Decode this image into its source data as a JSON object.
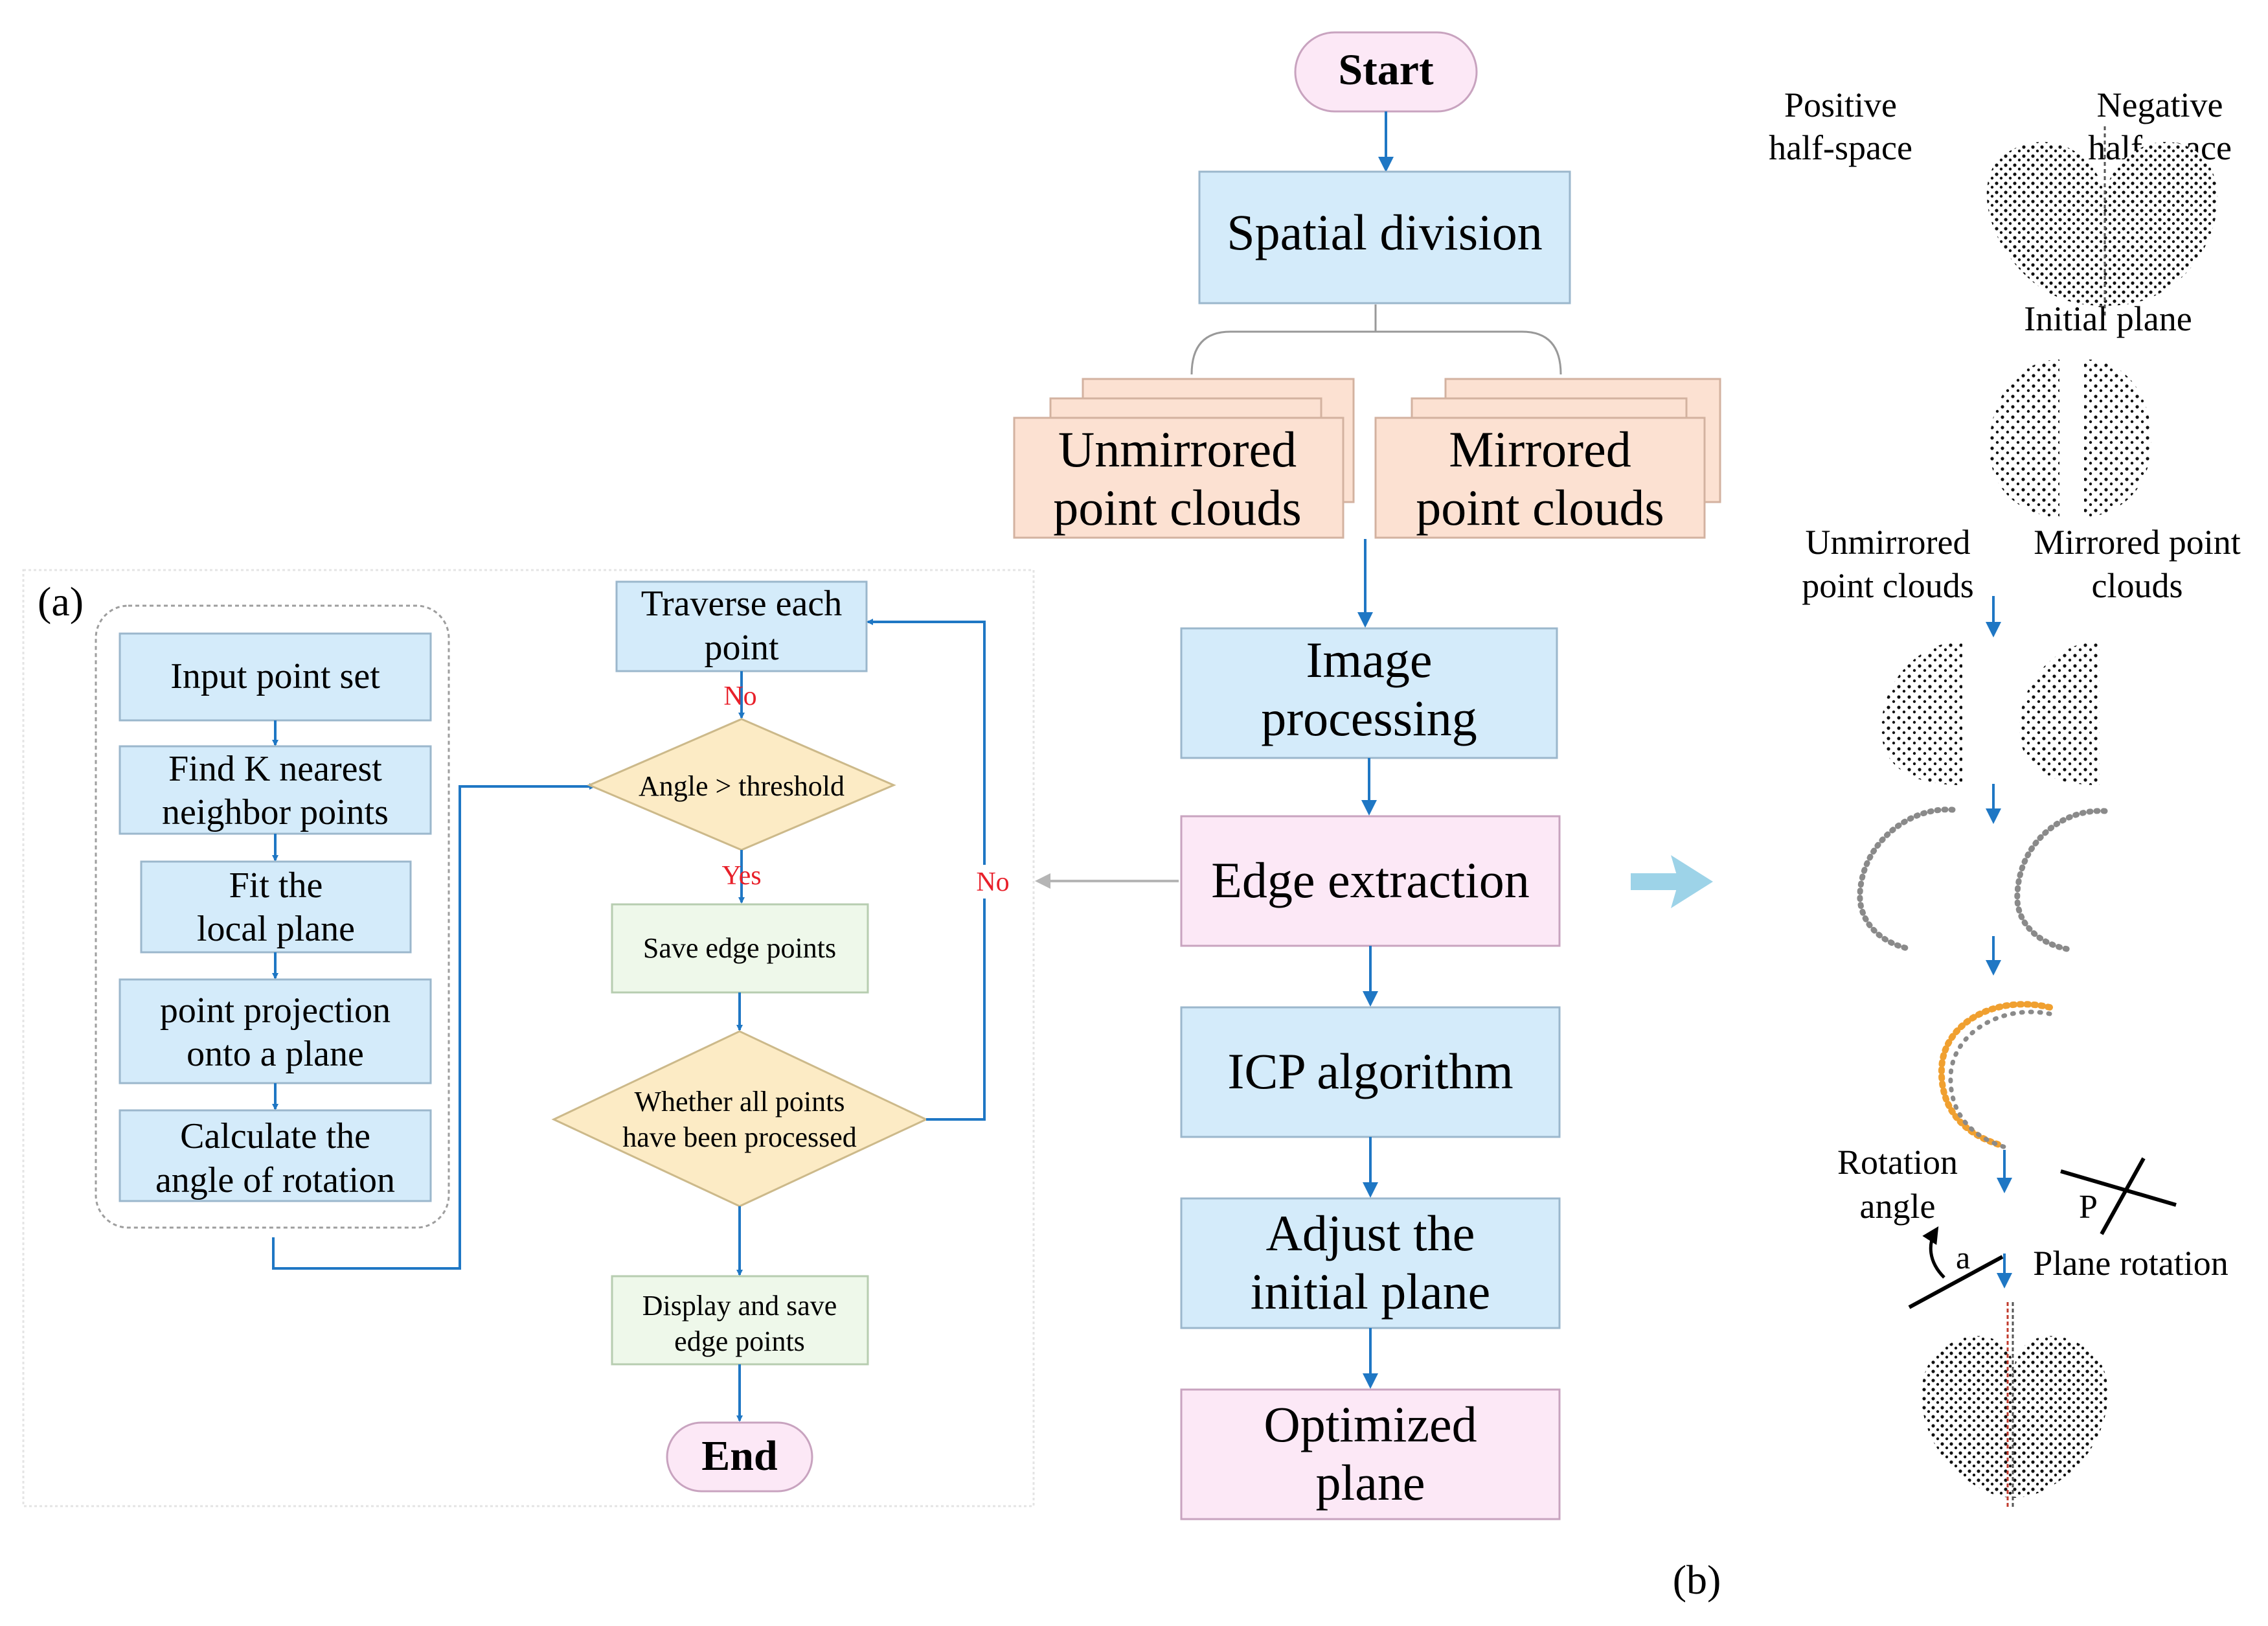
{
  "colors": {
    "blue_box": "#d4ebfa",
    "blue_border": "#9bb7cc",
    "pink_box": "#fce8f6",
    "pink_border": "#c8a3bf",
    "peach_box": "#fce1d2",
    "peach_border": "#d3b2a0",
    "yellow_diamond": "#fcebc5",
    "green_box": "#eef8ea",
    "arrow_blue": "#1f77c4",
    "no_yes_red": "#e8202a",
    "gray_arrow": "#b5b5b5",
    "orange_points": "#f0a030"
  },
  "main_flow": {
    "start": "Start",
    "spatial_division": "Spatial division",
    "unmirrored": [
      "Unmirrored",
      "point clouds"
    ],
    "mirrored": [
      "Mirrored",
      "point clouds"
    ],
    "image_processing": [
      "Image",
      "processing"
    ],
    "edge_extraction": "Edge extraction",
    "icp": "ICP algorithm",
    "adjust": [
      "Adjust the",
      "initial plane"
    ],
    "optimized": [
      "Optimized",
      "plane"
    ]
  },
  "panel_a": {
    "label": "(a)",
    "input_point_set": "Input point set",
    "find_k": [
      "Find K nearest",
      "neighbor points"
    ],
    "fit_plane": [
      "Fit the",
      "local plane"
    ],
    "projection": [
      "point projection",
      "onto a plane"
    ],
    "calc_angle": [
      "Calculate the",
      "angle of rotation"
    ],
    "traverse": [
      "Traverse each",
      "point"
    ],
    "angle_threshold": "Angle > threshold",
    "save_edge": "Save edge points",
    "all_processed": [
      "Whether all points",
      "have been processed"
    ],
    "display_save": [
      "Display and save",
      "edge points"
    ],
    "end": "End",
    "no_top": "No",
    "yes": "Yes",
    "no_loop": "No"
  },
  "panel_b": {
    "label": "(b)",
    "positive": [
      "Positive",
      "half-space"
    ],
    "negative": [
      "Negative",
      "half-space"
    ],
    "initial_plane": "Initial plane",
    "unmirrored": [
      "Unmirrored",
      "point clouds"
    ],
    "mirrored": [
      "Mirrored point",
      "clouds"
    ],
    "rotation_angle": [
      "Rotation",
      "angle"
    ],
    "p_label": "P",
    "a_label": "a",
    "plane_rotation": "Plane rotation"
  }
}
